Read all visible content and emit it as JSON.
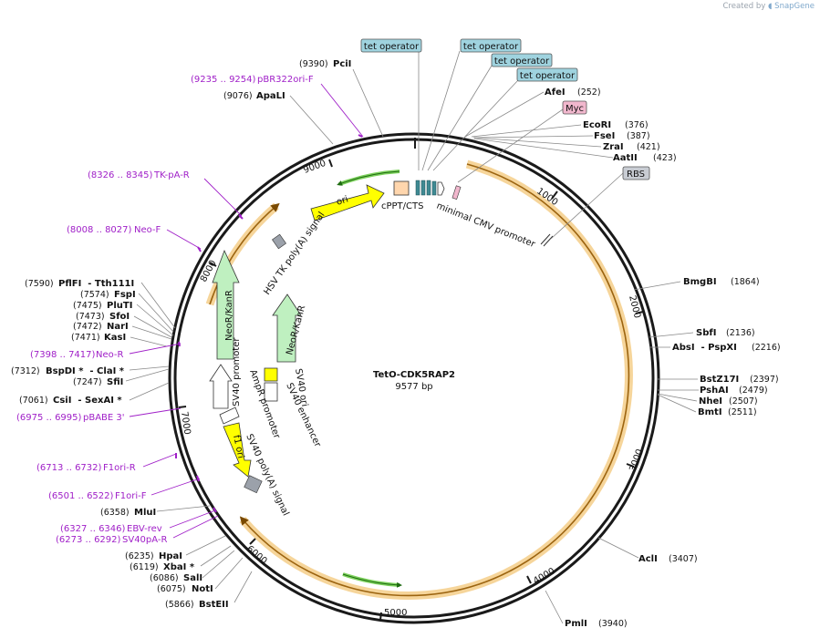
{
  "credit": {
    "prefix": "Created by",
    "brand": "SnapGene"
  },
  "plasmid": {
    "name": "TetO-CDK5RAP2",
    "size": "9577 bp"
  },
  "tick_labels": [
    "1000",
    "2000",
    "3000",
    "4000",
    "5000",
    "6000",
    "7000",
    "8000",
    "9000"
  ],
  "enzymes": [
    {
      "name": "PciI",
      "pos": "(9390)"
    },
    {
      "name": "ApaLI",
      "pos": "(9076)"
    },
    {
      "name": "AfeI",
      "pos": "(252)"
    },
    {
      "name": "EcoRI",
      "pos": "(376)"
    },
    {
      "name": "FseI",
      "pos": "(387)"
    },
    {
      "name": "ZraI",
      "pos": "(421)"
    },
    {
      "name": "AatII",
      "pos": "(423)"
    },
    {
      "name": "BmgBI",
      "pos": "(1864)"
    },
    {
      "name": "SbfI",
      "pos": "(2136)"
    },
    {
      "name": "AbsI  - PspXI",
      "pos": "(2216)"
    },
    {
      "name": "BstZ17I",
      "pos": "(2397)"
    },
    {
      "name": "PshAI",
      "pos": "(2479)"
    },
    {
      "name": "NheI",
      "pos": "(2507)"
    },
    {
      "name": "BmtI",
      "pos": "(2511)"
    },
    {
      "name": "AclI",
      "pos": "(3407)"
    },
    {
      "name": "PmlI",
      "pos": "(3940)"
    },
    {
      "name": "BstEII",
      "pos": "(5866)"
    },
    {
      "name": "NotI",
      "pos": "(6075)"
    },
    {
      "name": "SalI",
      "pos": "(6086)"
    },
    {
      "name": "XbaI *",
      "pos": "(6119)"
    },
    {
      "name": "HpaI",
      "pos": "(6235)"
    },
    {
      "name": "MluI",
      "pos": "(6358)"
    },
    {
      "name": "CsiI  - SexAI *",
      "pos": "(7061)"
    },
    {
      "name": "SfiI",
      "pos": "(7247)"
    },
    {
      "name": "BspDI *  - ClaI *",
      "pos": "(7312)"
    },
    {
      "name": "KasI",
      "pos": "(7471)"
    },
    {
      "name": "NarI",
      "pos": "(7472)"
    },
    {
      "name": "SfoI",
      "pos": "(7473)"
    },
    {
      "name": "PluTI",
      "pos": "(7475)"
    },
    {
      "name": "FspI",
      "pos": "(7574)"
    },
    {
      "name": "PflFI  - Tth111I",
      "pos": "(7590)"
    }
  ],
  "primers": [
    {
      "name": "pBR322ori-F",
      "range": "(9235 .. 9254)"
    },
    {
      "name": "TK-pA-R",
      "range": "(8326 .. 8345)"
    },
    {
      "name": "Neo-F",
      "range": "(8008 .. 8027)"
    },
    {
      "name": "Neo-R",
      "range": "(7398 .. 7417)"
    },
    {
      "name": "pBABE 3'",
      "range": "(6975 .. 6995)"
    },
    {
      "name": "F1ori-R",
      "range": "(6713 .. 6732)"
    },
    {
      "name": "F1ori-F",
      "range": "(6501 .. 6522)"
    },
    {
      "name": "EBV-rev",
      "range": "(6327 .. 6346)"
    },
    {
      "name": "SV40pA-R",
      "range": "(6273 .. 6292)"
    }
  ],
  "boxed_features": [
    "tet operator",
    "tet operator",
    "tet operator",
    "tet operator",
    "Myc",
    "RBS"
  ],
  "features": {
    "cppt": "cPPT/CTS",
    "cmv": "minimal CMV promoter",
    "ori": "ori",
    "hsv": "HSV TK poly(A) signal",
    "neo_outer": "NeoR/KanR",
    "neo_inner": "NeoR/KanR",
    "sv40_promoter": "SV40 promoter",
    "ampr_promoter": "AmpR promoter",
    "sv40_ori": "SV40 ori",
    "sv40_enhancer": "SV40 enhancer",
    "f1_ori": "f1 ori",
    "sv40_polya": "SV40 poly(A) signal"
  },
  "colors": {
    "backbone": "#1a1a1a",
    "insert": "#f0b24a",
    "primer": "#a020c8",
    "resistance": "#bff0c0",
    "origin": "#ffff00",
    "operator": "#9fd3df",
    "myc": "#f1b7cd",
    "rbs": "#c8ccd3",
    "cppt": "#ffd6ad",
    "polya": "#9ba1aa"
  }
}
